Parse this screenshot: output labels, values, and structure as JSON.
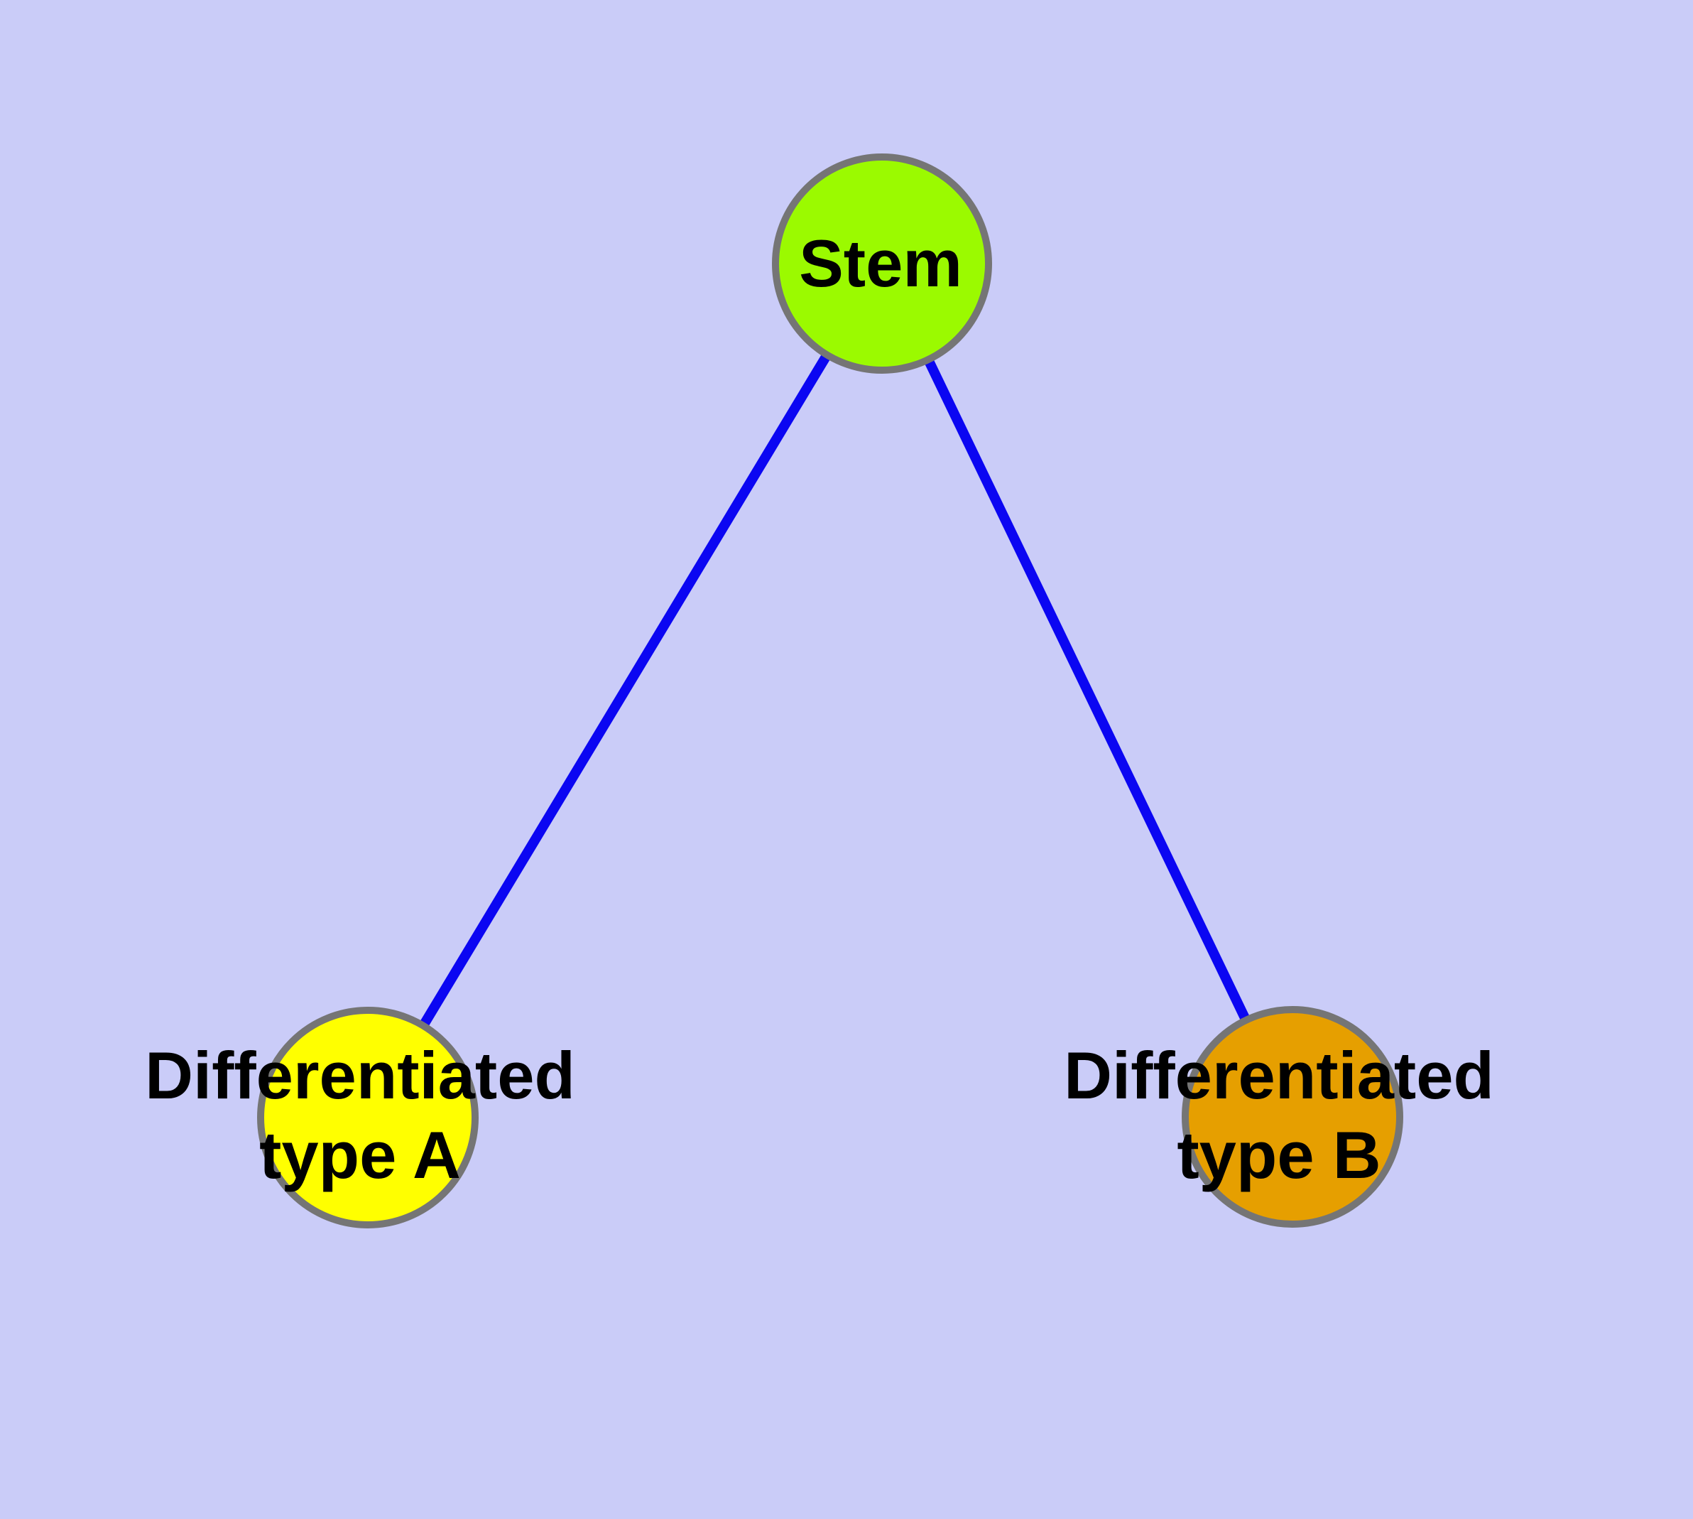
{
  "diagram": {
    "type": "graph",
    "background_color": "#CACCF8",
    "edge_color": "#0B06F2",
    "node_border_color": "#757575",
    "label_color": "#000000",
    "nodes": [
      {
        "id": "stem",
        "label": "Stem",
        "fill_color": "#9BFA00"
      },
      {
        "id": "differentiated-type-a",
        "label": "Differentiated type A",
        "label_line1": "Differentiated",
        "label_line2": "type A",
        "fill_color": "#FFFF00"
      },
      {
        "id": "differentiated-type-b",
        "label": "Differentiated type B",
        "label_line1": "Differentiated",
        "label_line2": "type B",
        "fill_color": "#E69F00"
      }
    ],
    "edges": [
      {
        "from": "Stem",
        "to": "Differentiated type A"
      },
      {
        "from": "Stem",
        "to": "Differentiated type B"
      }
    ]
  }
}
